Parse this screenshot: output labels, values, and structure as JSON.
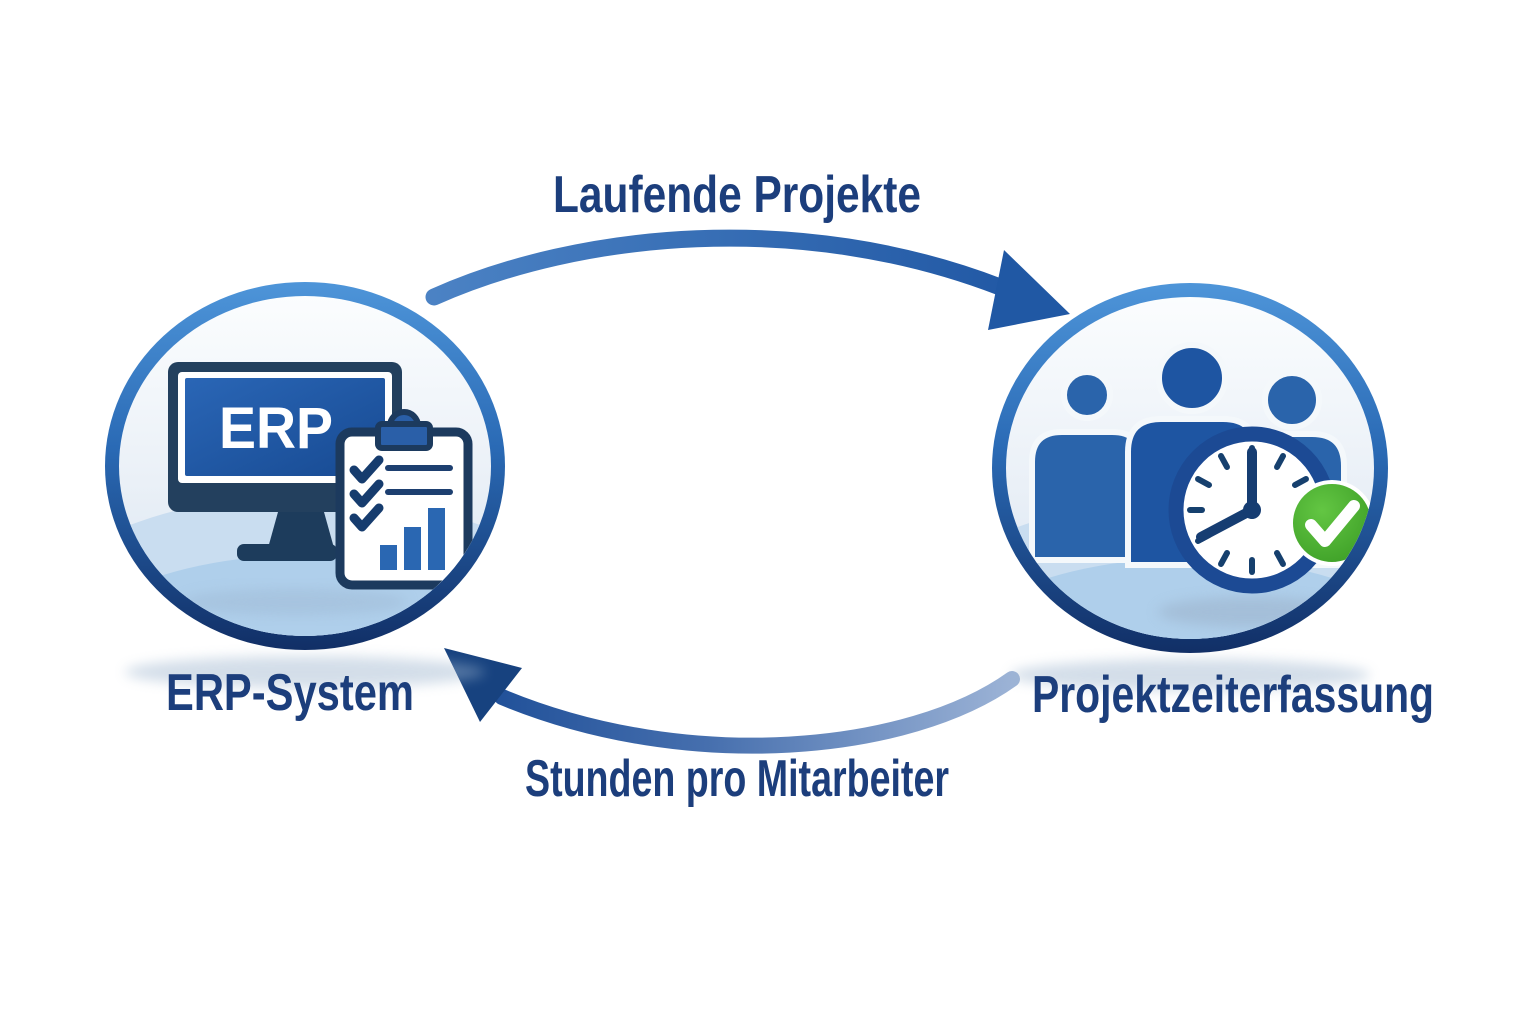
{
  "diagram": {
    "type": "cycle-diagram",
    "background": "#ffffff",
    "nodes": [
      {
        "id": "erp-system",
        "label": "ERP-System",
        "icon": "monitor-with-checklist-clipboard-icon",
        "screen_text": "ERP"
      },
      {
        "id": "projektzeiterfassung",
        "label": "Projektzeiterfassung",
        "icon": "team-with-clock-and-checkmark-icon"
      }
    ],
    "edges": [
      {
        "from": "erp-system",
        "to": "projektzeiterfassung",
        "label": "Laufende Projekte",
        "path": "top-arc-left-to-right"
      },
      {
        "from": "projektzeiterfassung",
        "to": "erp-system",
        "label": "Stunden pro Mitarbeiter",
        "path": "bottom-arc-right-to-left"
      }
    ],
    "colors": {
      "label_text": "#1c3e7c",
      "ring_top": "#3b82cc",
      "ring_bottom": "#112f66",
      "inner_top": "#fbfdfe",
      "inner_bottom": "#d7e4f1",
      "floor_light": "#c9ddf0",
      "floor_deep": "#afcfeb",
      "icon_blue": "#2a64ab",
      "icon_navy": "#1d3c5c",
      "screen_blue": "#1f56a4",
      "arrow_dark": "#1e55a2",
      "arrow_light": "#9cb3d6",
      "check_green": "#46b02e",
      "white": "#ffffff"
    }
  }
}
